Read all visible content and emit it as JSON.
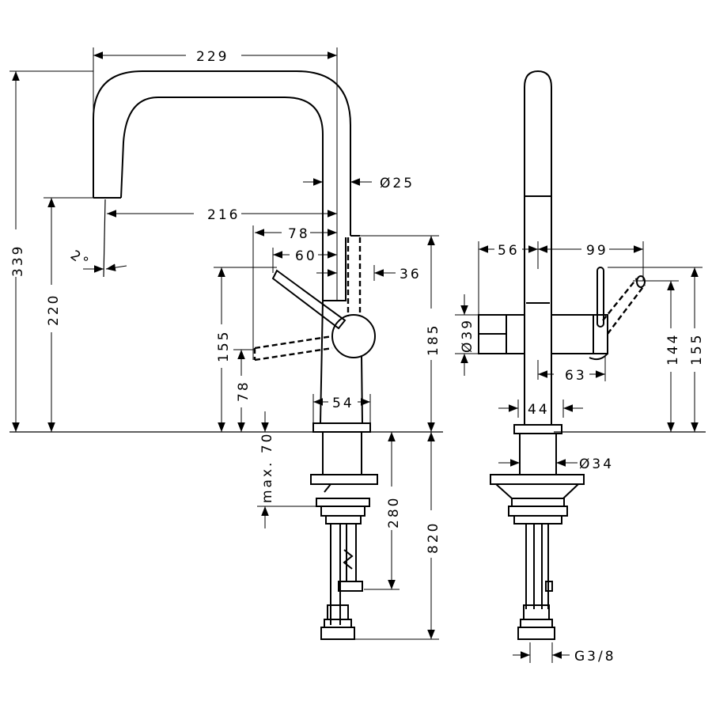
{
  "side_view": {
    "spout_reach_total": "229",
    "spout_diameter": "Ø25",
    "spout_reach": "216",
    "lever_reach_open": "78",
    "lever_reach_closed": "60",
    "body_offset": "36",
    "total_height": "339",
    "spout_outlet_height": "220",
    "lever_height": "155",
    "lever_height_low": "78",
    "max_worktop": "max. 70",
    "body_height": "185",
    "base_width": "54",
    "shank_length": "280",
    "hose_length": "820",
    "swivel_angle": "2°"
  },
  "front_view": {
    "lever_offset_left": "56",
    "lever_offset_right": "99",
    "mixer_diameter": "Ø39",
    "lever_depth": "63",
    "lever_height_closed": "144",
    "lever_height_open": "155",
    "base_diameter": "44",
    "shank_diameter": "Ø34",
    "connection_thread": "G3/8"
  }
}
